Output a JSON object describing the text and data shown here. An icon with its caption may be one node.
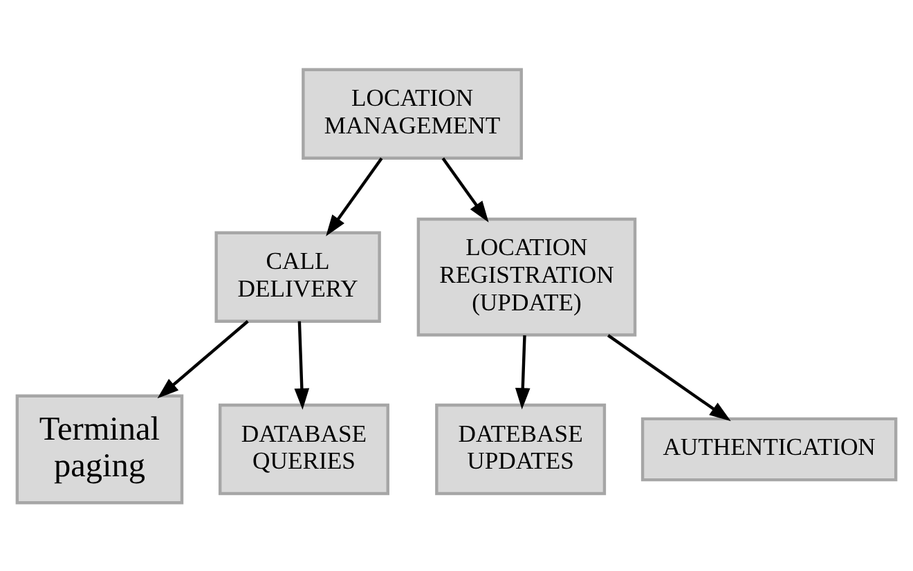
{
  "diagram": {
    "nodes": [
      {
        "text": [
          "LOCATION MANAGEMENT"
        ]
      },
      {
        "text": [
          "CALL DELIVERY"
        ]
      },
      {
        "text": [
          "LOCATION REGISTRATION (UPDATE)"
        ]
      },
      {
        "text": [
          "Terminal paging"
        ]
      },
      {
        "text": [
          "DATABASE QUERIES"
        ]
      },
      {
        "text": [
          "DATEBASE UPDATES"
        ]
      },
      {
        "text": [
          "AUTHENTICATION"
        ]
      }
    ],
    "edges": [
      {
        "from": 0,
        "to": 1,
        "arrow": "to"
      },
      {
        "from": 0,
        "to": 2,
        "arrow": "to"
      },
      {
        "from": 1,
        "to": 3,
        "arrow": "to"
      },
      {
        "from": 1,
        "to": 4,
        "arrow": "to"
      },
      {
        "from": 2,
        "to": 5,
        "arrow": "to"
      },
      {
        "from": 2,
        "to": 6,
        "arrow": "to"
      }
    ]
  }
}
